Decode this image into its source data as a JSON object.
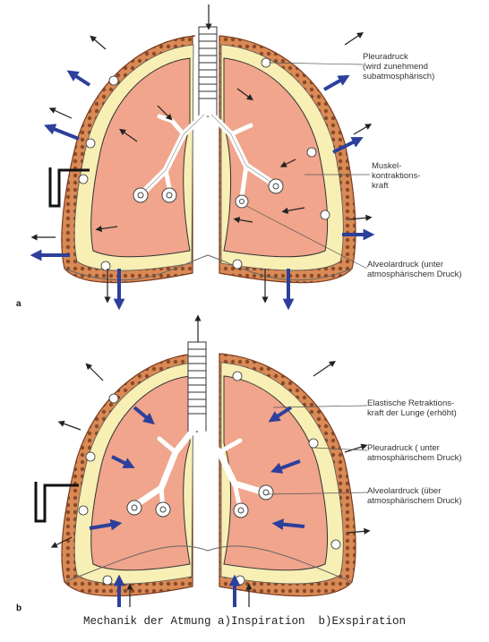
{
  "figure": {
    "caption": "Mechanik der Atmung a)Inspiration  b)Exspiration",
    "colors": {
      "lung_tissue": "#f0a58c",
      "pleura": "#f7efb4",
      "chest_wall": "#d98a55",
      "arrow_blue": "#2c3f9c",
      "arrow_black": "#222222",
      "bronchi": "#ffffff"
    }
  },
  "panel_a": {
    "letter": "a",
    "labels": {
      "pleuradruck_1": "Pleuradruck",
      "pleuradruck_2": "(wird zunehmend",
      "pleuradruck_3": "subatmosphärisch)",
      "muskel_1": "Muskel-",
      "muskel_2": "kontraktions-",
      "muskel_3": "kraft",
      "alveolar_1": "Alveolardruck (unter",
      "alveolar_2": "atmosphärischem Druck)"
    }
  },
  "panel_b": {
    "letter": "b",
    "labels": {
      "elastisch_1": "Elastische Retraktions-",
      "elastisch_2": "kraft der Lunge (erhöht)",
      "pleuradruck_1": "Pleuradruck ( unter",
      "pleuradruck_2": "atmosphärischem Druck)",
      "alveolar_1": "Alveolardruck (über",
      "alveolar_2": "atmosphärischem Druck)"
    }
  }
}
